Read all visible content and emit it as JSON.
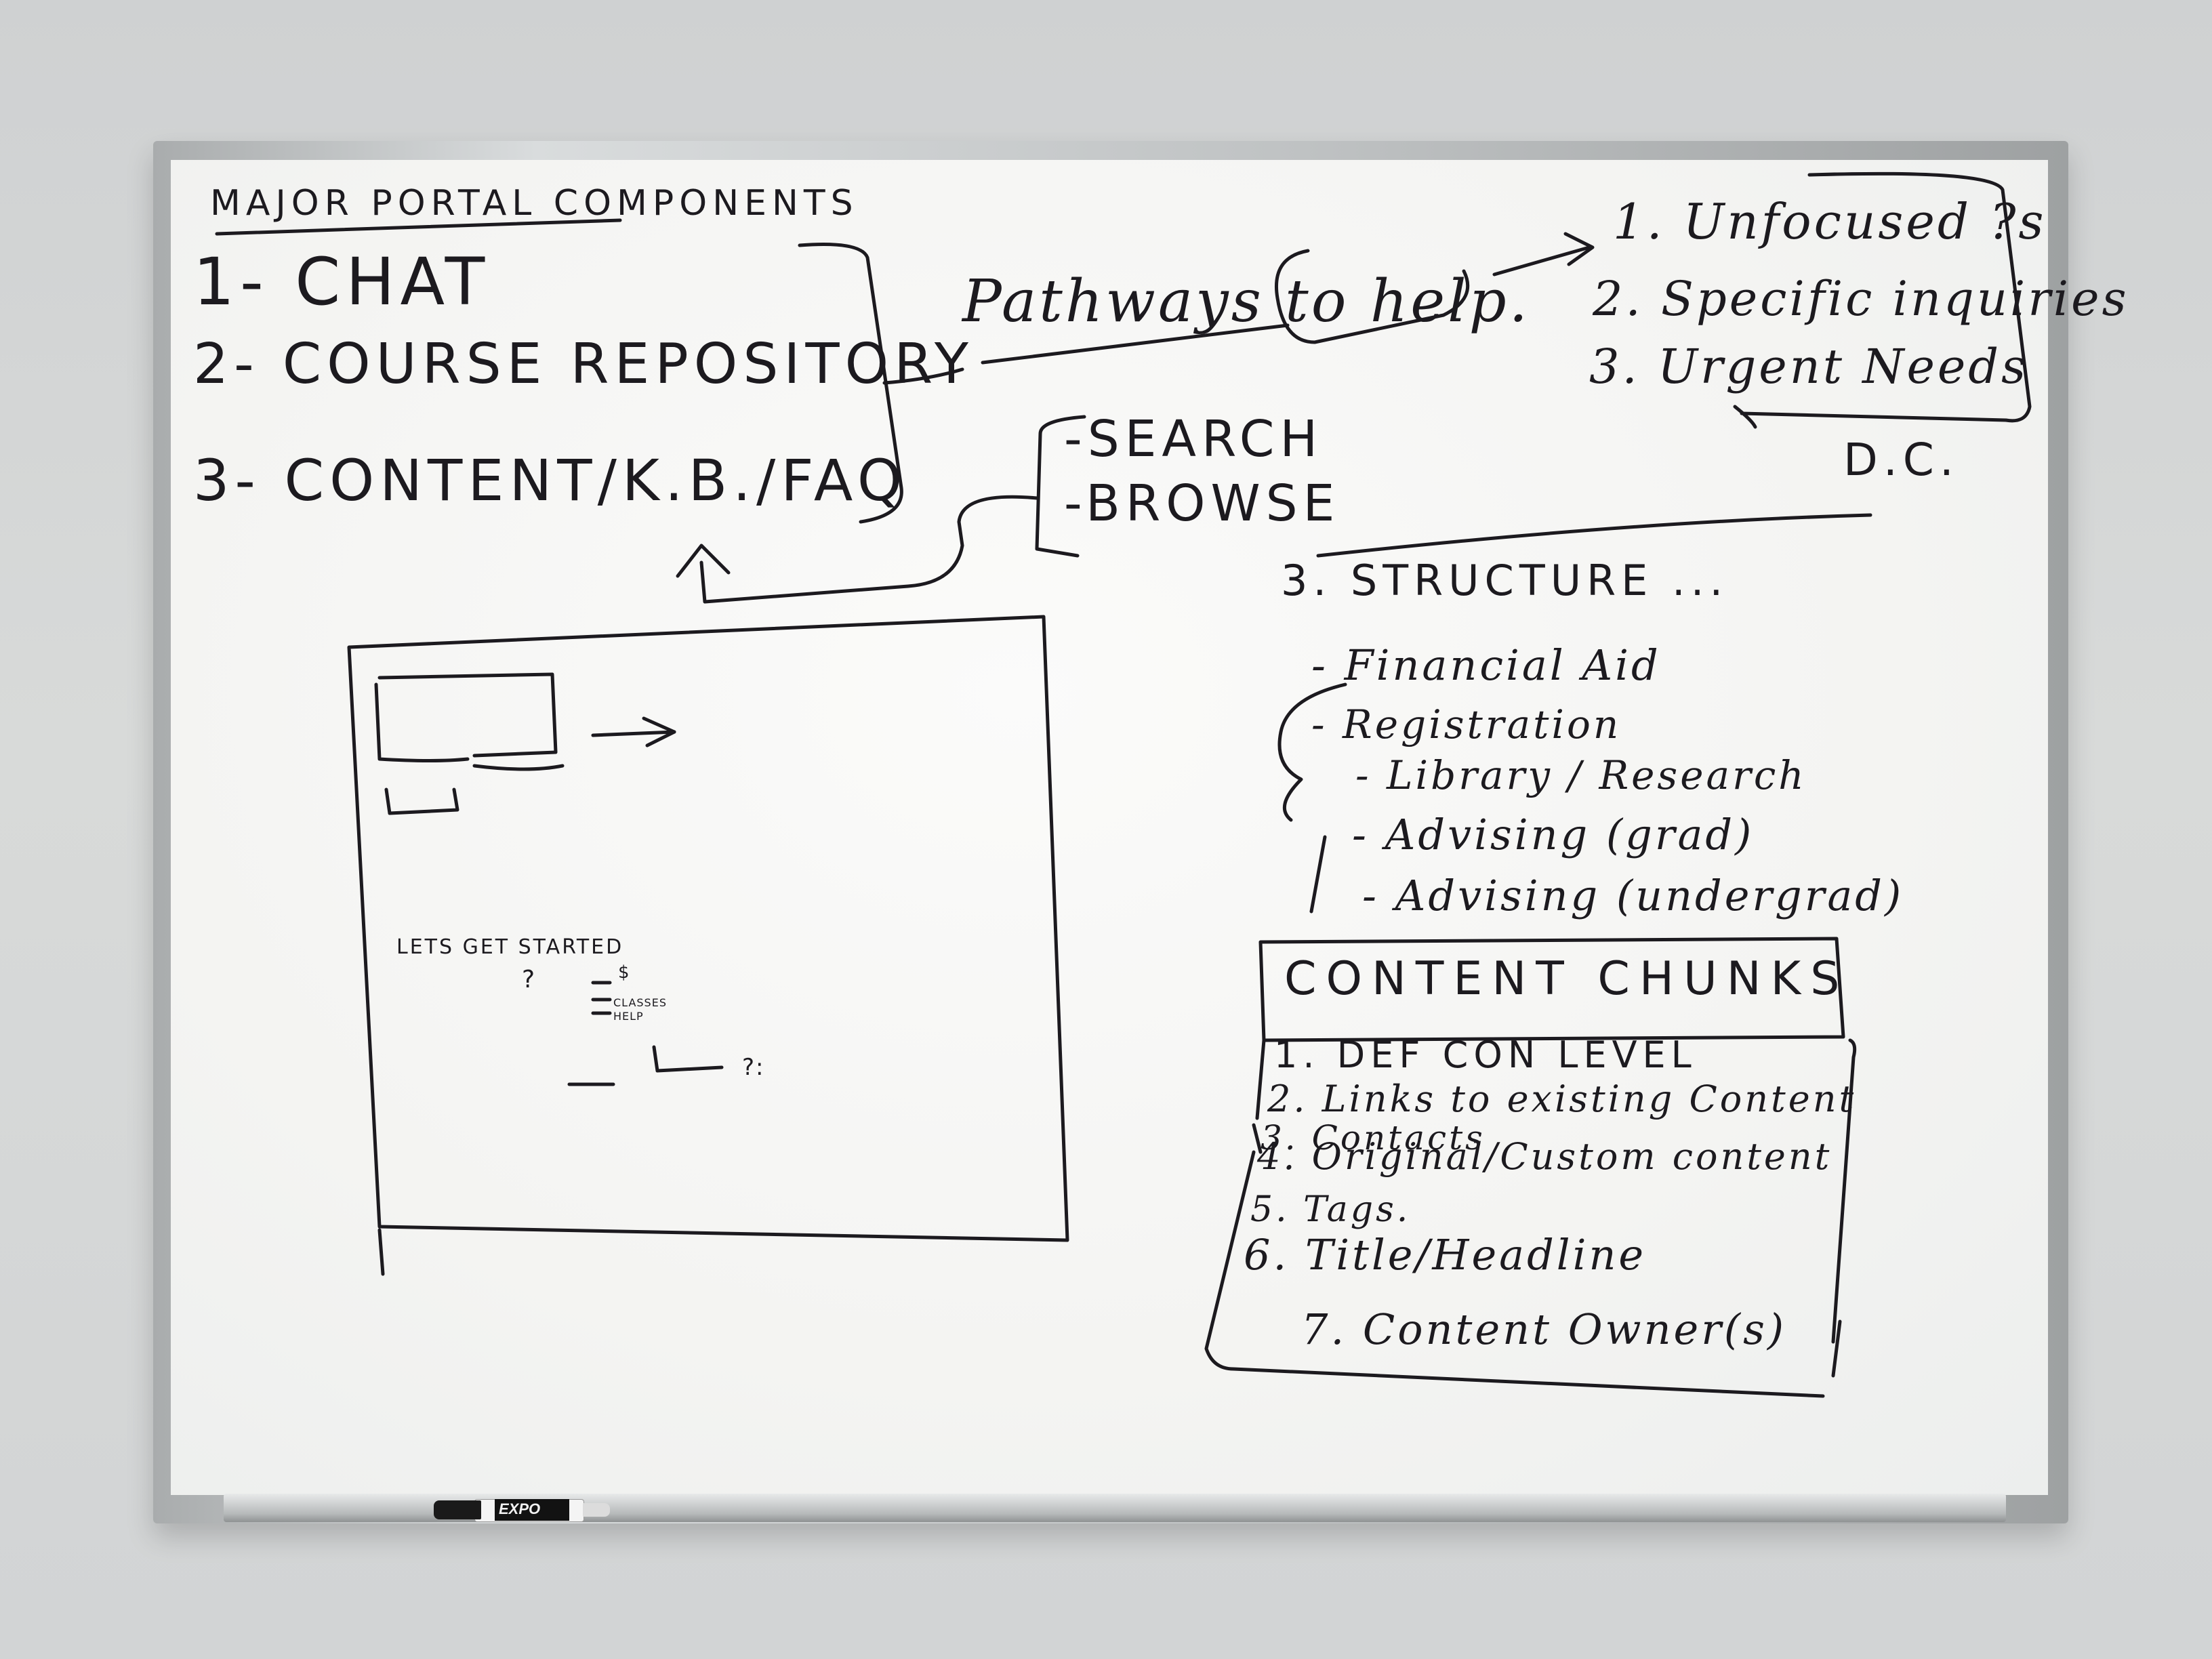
{
  "board": {
    "title": "MAJOR PORTAL COMPONENTS",
    "components": [
      "1- CHAT",
      "2- COURSE REPOSITORY",
      "3- CONTENT/K.B./FAQ"
    ],
    "pathways_label": "Pathways to help.",
    "pathways": [
      "1. Unfocused ?s",
      "2. Specific inquiries",
      "3. Urgent Needs"
    ],
    "initials": "D.C.",
    "search_browse": [
      "-SEARCH",
      "-BROWSE"
    ],
    "structure_label": "3. STRUCTURE ...",
    "structure_items": [
      "- Financial Aid",
      "- Registration",
      "- Library / Research",
      "- Advising (grad)",
      "- Advising (undergrad)"
    ],
    "content_chunks_title": "CONTENT CHUNKS",
    "content_chunks": [
      "1. DEF CON LEVEL",
      "2. Links to existing Content",
      "3. Contacts",
      "4. Original/Custom content",
      "5. Tags.",
      "6. Title/Headline",
      "7. Content Owner(s)"
    ],
    "sketch": {
      "lets_get_started": "LETS GET STARTED",
      "question_mark": "?",
      "options": [
        "$",
        "CLASSES",
        "HELP"
      ],
      "ellipsis": "?:"
    }
  },
  "marker": {
    "brand": "EXPO"
  },
  "colors": {
    "ink": "#1c1a1f",
    "board": "#f7f7f5",
    "wall": "#d3d5d6",
    "frame": "#b8bbbc"
  }
}
